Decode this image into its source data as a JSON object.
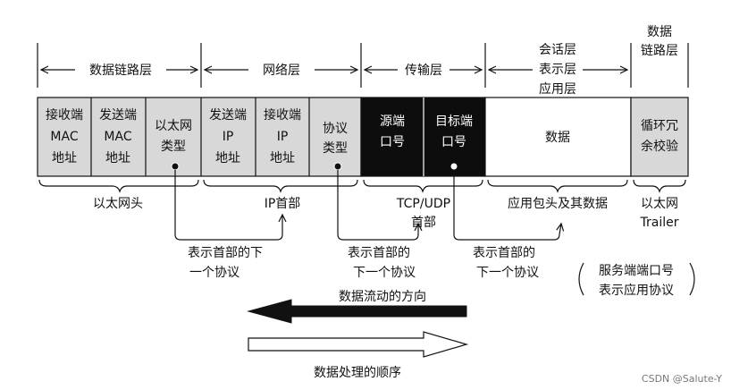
{
  "layers": {
    "datalink": "数据链路层",
    "network": "网络层",
    "transport": "传输层",
    "upper": [
      "会话层",
      "表示层",
      "应用层"
    ],
    "trailer_layer": [
      "数据",
      "链路层"
    ]
  },
  "cells": {
    "dst_mac": [
      "接收端",
      "MAC",
      "地址"
    ],
    "src_mac": [
      "发送端",
      "MAC",
      "地址"
    ],
    "eth_type": [
      "以太网",
      "类型"
    ],
    "src_ip": [
      "发送端",
      "IP",
      "地址"
    ],
    "dst_ip": [
      "接收端",
      "IP",
      "地址"
    ],
    "protocol": [
      "协议",
      "类型"
    ],
    "src_port": [
      "源端",
      "口号"
    ],
    "dst_port": [
      "目标端",
      "口号"
    ],
    "data": "数据",
    "crc": [
      "循环冗",
      "余校验"
    ]
  },
  "groups": {
    "eth_header": "以太网头",
    "ip_header": "IP首部",
    "tcp_udp_header": [
      "TCP/UDP",
      "首部"
    ],
    "app_header": "应用包头及其数据",
    "eth_trailer": [
      "以太网",
      "Trailer"
    ]
  },
  "notes": {
    "next_protocol_1": [
      "表示首部的下",
      "一个协议"
    ],
    "next_protocol_2": [
      "表示首部的",
      "下一个协议"
    ],
    "next_protocol_3": [
      "表示首部的",
      "下一个协议"
    ],
    "service_port": [
      "服务端端口号",
      "表示应用协议"
    ]
  },
  "arrows": {
    "flow_direction": "数据流动的方向",
    "processing_order": "数据处理的顺序"
  },
  "watermark": "CSDN @Salute-Y",
  "colors": {
    "header_gray": "#d8d8d8",
    "port_black": "#0d0d0d",
    "data_white": "#ffffff"
  }
}
